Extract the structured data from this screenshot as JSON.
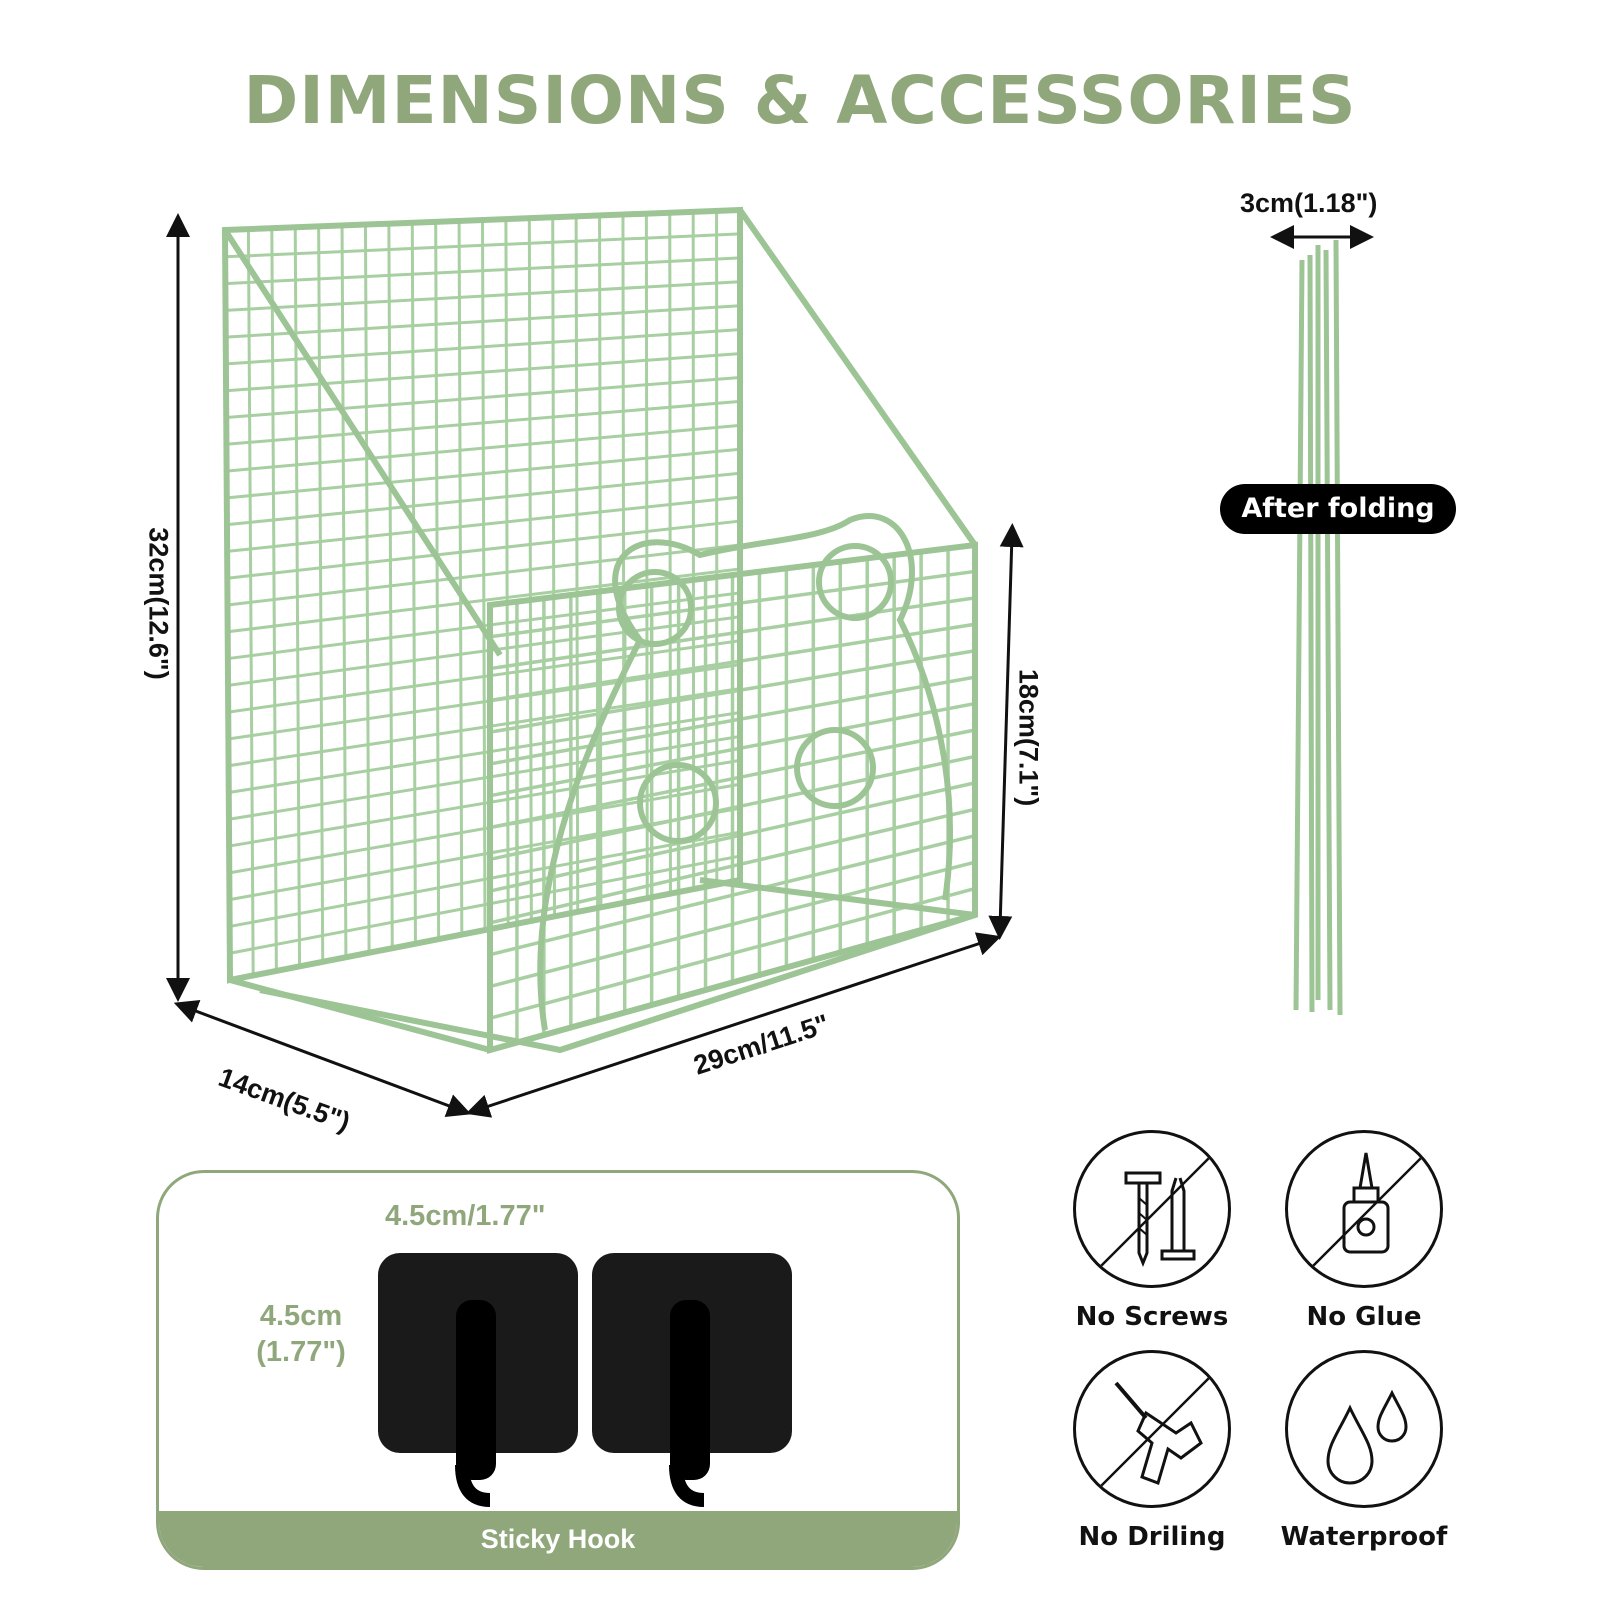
{
  "title": "DIMENSIONS & ACCESSORIES",
  "colors": {
    "accent": "#8fa77a",
    "wire": "#a8cfa1",
    "dark": "#111111"
  },
  "basket": {
    "height_label": "32cm(12.6\")",
    "front_height_label": "18cm(7.1\")",
    "depth_label": "14cm(5.5\")",
    "width_label": "29cm/11.5\""
  },
  "folded": {
    "thickness_label": "3cm(1.18\")",
    "badge": "After folding"
  },
  "hooks": {
    "width_label": "4.5cm/1.77\"",
    "height_label_line1": "4.5cm",
    "height_label_line2": "(1.77\")",
    "caption": "Sticky Hook"
  },
  "features": [
    {
      "label": "No Screws",
      "icon": "screws-icon"
    },
    {
      "label": "No Glue",
      "icon": "glue-icon"
    },
    {
      "label": "No Driling",
      "icon": "drill-icon"
    },
    {
      "label": "Waterproof",
      "icon": "water-drops-icon"
    }
  ]
}
